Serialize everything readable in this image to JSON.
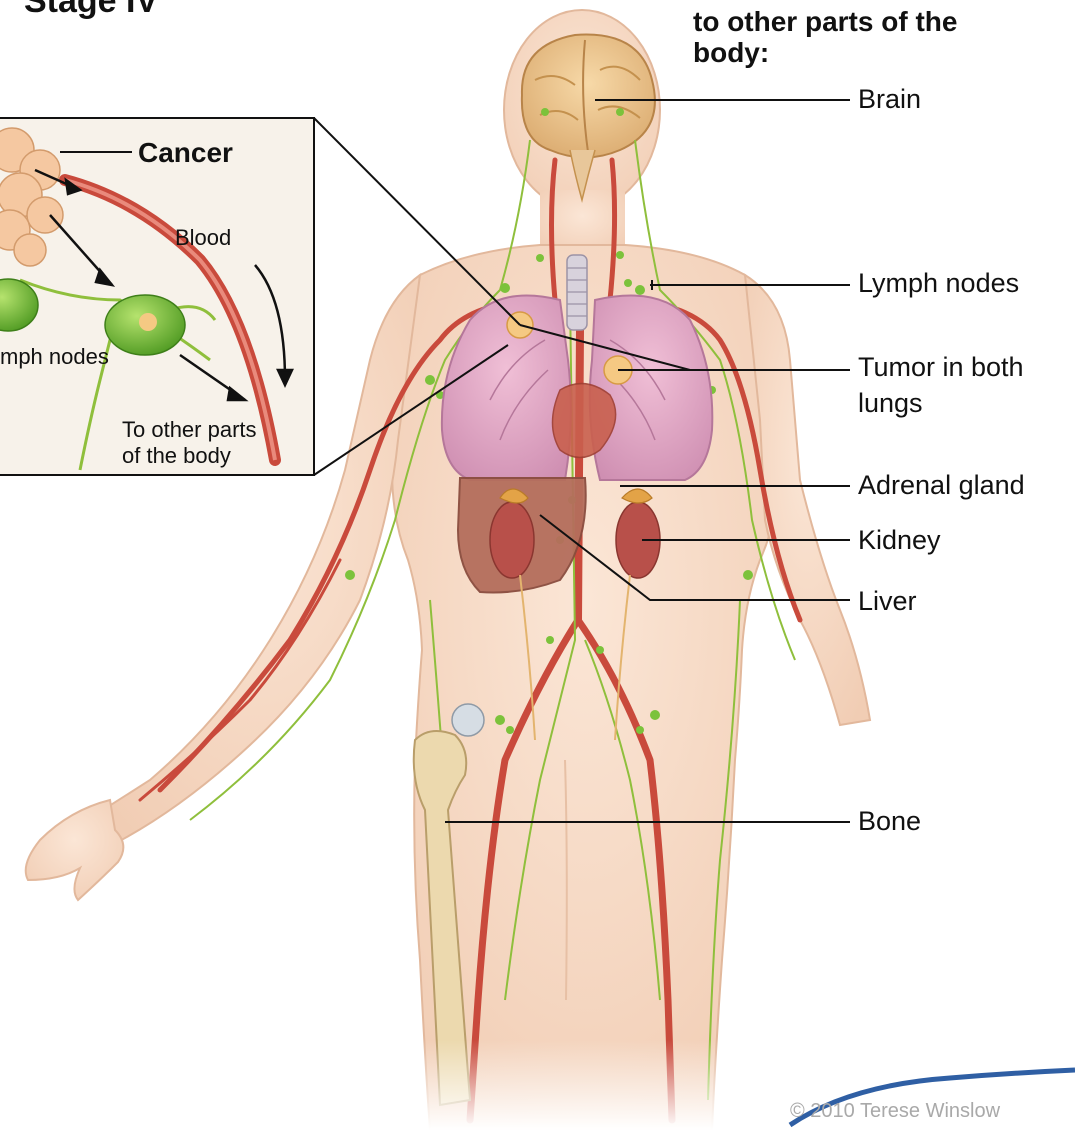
{
  "header": {
    "stage_title": "Stage IV",
    "spread_line_2": "to other parts of the",
    "spread_line_3": "body:"
  },
  "labels": {
    "brain": "Brain",
    "lymph_nodes": "Lymph nodes",
    "tumor_line1": "Tumor in both",
    "tumor_line2": "lungs",
    "adrenal": "Adrenal gland",
    "kidney": "Kidney",
    "liver": "Liver",
    "bone": "Bone"
  },
  "inset": {
    "cancer": "Cancer",
    "blood": "Blood",
    "lymph_nodes": "mph nodes",
    "other_line1": "To other parts",
    "other_line2": "of the body"
  },
  "credit": "© 2010 Terese Winslow",
  "colors": {
    "skin": "#f6d9c4",
    "skin_edge": "#e2b89c",
    "artery": "#c94a3c",
    "lymph": "#8fbf3c",
    "lung": "#e6a9c4",
    "liver": "#b46e5c",
    "kidney": "#b8504a",
    "bone": "#ecd9ae",
    "tumor": "#f5c983",
    "node_green": "#7cc23b"
  }
}
